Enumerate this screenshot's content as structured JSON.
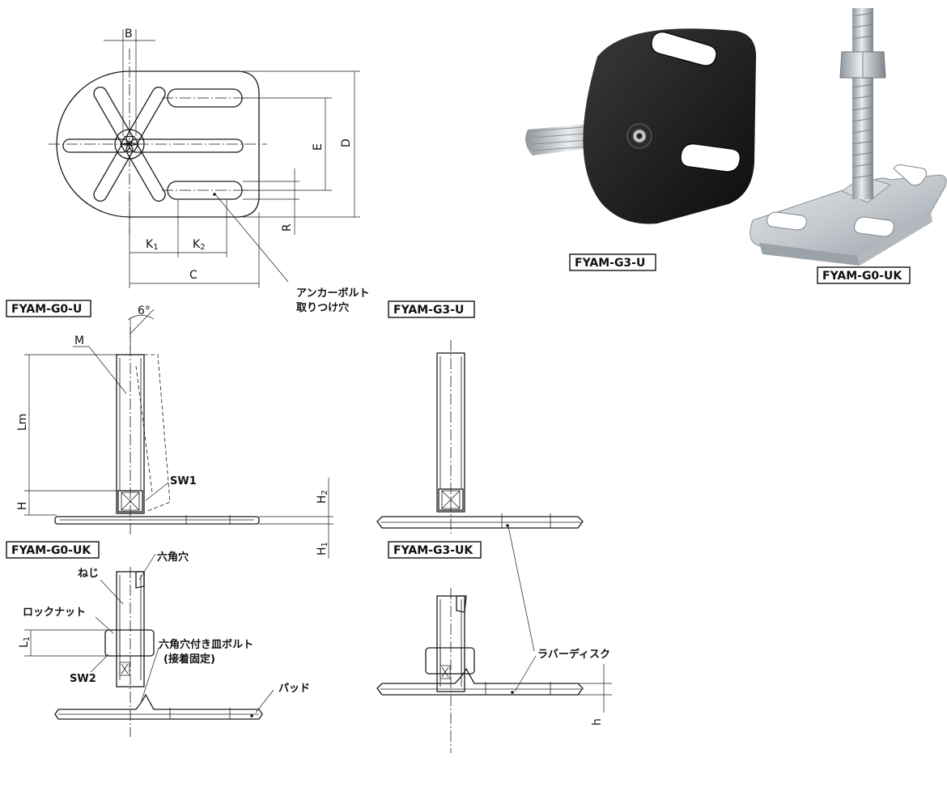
{
  "models": {
    "g0u": "FYAM-G0-U",
    "g3u": "FYAM-G3-U",
    "g0uk": "FYAM-G0-UK",
    "g3uk": "FYAM-G3-UK",
    "photo_left": "FYAM-G3-U",
    "photo_right": "FYAM-G0-UK"
  },
  "dimensions": {
    "B": "B",
    "D": "D",
    "E": "E",
    "R": "R",
    "C": "C",
    "K1": "K",
    "K1_sub": "1",
    "K2": "K",
    "K2_sub": "2",
    "angle": "6°",
    "M": "M",
    "Lm": "Lm",
    "H": "H",
    "H1": "H",
    "H1_sub": "1",
    "H2": "H",
    "H2_sub": "2",
    "SW1": "SW1",
    "SW2": "SW2",
    "L1": "L",
    "L1_sub": "1",
    "h": "h"
  },
  "callouts": {
    "anchor_line1": "アンカーボルト",
    "anchor_line2": "取りつけ穴",
    "hex_hole": "六角穴",
    "screw": "ねじ",
    "lock_nut": "ロックナット",
    "flat_bolt_line1": "六角穴付き皿ボルト",
    "flat_bolt_line2": "(接着固定)",
    "pad": "パッド",
    "rubber_disc": "ラバーディスク"
  },
  "colors": {
    "line": "#1a1a1a",
    "plate_dark": "#1c1c1c",
    "steel": "#c9ced3"
  }
}
